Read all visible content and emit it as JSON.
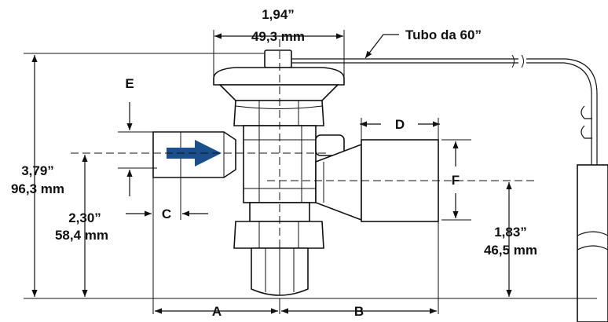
{
  "labels": {
    "top_width_in": "1,94”",
    "top_width_mm": "49,3 mm",
    "tube": "Tubo da 60”",
    "total_height_in": "3,79”",
    "total_height_mm": "96,3 mm",
    "inlet_height_in": "2,30”",
    "inlet_height_mm": "58,4 mm",
    "outlet_height_in": "1,83”",
    "outlet_height_mm": "46,5 mm",
    "dim_a": "A",
    "dim_b": "B",
    "dim_c": "C",
    "dim_d": "D",
    "dim_e": "E",
    "dim_f": "F"
  },
  "colors": {
    "flow_arrow": "#1a4f8b",
    "line": "#111111",
    "background": "#ffffff"
  }
}
